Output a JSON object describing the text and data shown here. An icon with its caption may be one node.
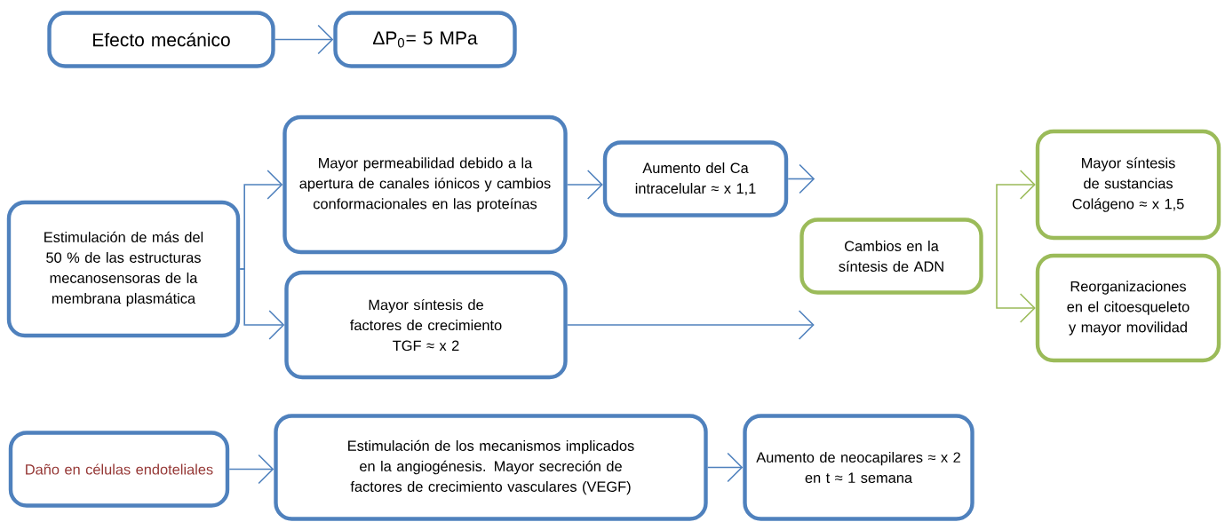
{
  "diagram": {
    "nodes": [
      {
        "text": [
          "Efecto mecánico"
        ]
      },
      {
        "text": [
          "ΔP$_{0}$= 5 MPa"
        ]
      },
      {
        "text": [
          "Estimulación de más del 50 % de las estructuras mecanosensoras de la membrana plasmática"
        ]
      },
      {
        "text": [
          "Mayor permeabilidad debido a la apertura de canales iónicos y cambios conformacionales en las proteínas"
        ]
      },
      {
        "text": [
          "Mayor síntesis de factores de crecimiento",
          "TGF ≈ x 2"
        ]
      },
      {
        "text": [
          "Aumento del Ca intracelular ≈ x 1,1"
        ]
      },
      {
        "text": [
          "Cambios en la síntesis de ADN"
        ]
      },
      {
        "text": [
          "Mayor síntesis de sustancias",
          "Colágeno ≈ x 1,5"
        ]
      },
      {
        "text": [
          "Reorganizaciones en el citoesqueleto y mayor movilidad"
        ]
      },
      {
        "text": [
          "Daño en células endoteliales"
        ]
      },
      {
        "text": [
          "Estimulación de los mecanismos implicados en la angiogénesis. Mayor secreción de factores de crecimiento vasculares (VEGF)"
        ]
      },
      {
        "text": [
          "Aumento de neocapilares ≈ x 2",
          "en t ≈ 1 semana"
        ]
      }
    ],
    "edges": [
      {
        "from": 0,
        "to": 1,
        "arrow": "to"
      },
      {
        "from": 2,
        "to": 3,
        "arrow": "to"
      },
      {
        "from": 2,
        "to": 4,
        "arrow": "to"
      },
      {
        "from": 3,
        "to": 5,
        "arrow": "to"
      },
      {
        "from": 5,
        "to": null,
        "arrow": "to"
      },
      {
        "from": 4,
        "to": null,
        "arrow": "to"
      },
      {
        "from": null,
        "to": 7,
        "arrow": "to",
        "color": "#9bbb59"
      },
      {
        "from": null,
        "to": 8,
        "arrow": "to",
        "color": "#9bbb59"
      },
      {
        "from": 9,
        "to": 10,
        "arrow": "to"
      },
      {
        "from": 10,
        "to": 11,
        "arrow": "to"
      }
    ]
  }
}
